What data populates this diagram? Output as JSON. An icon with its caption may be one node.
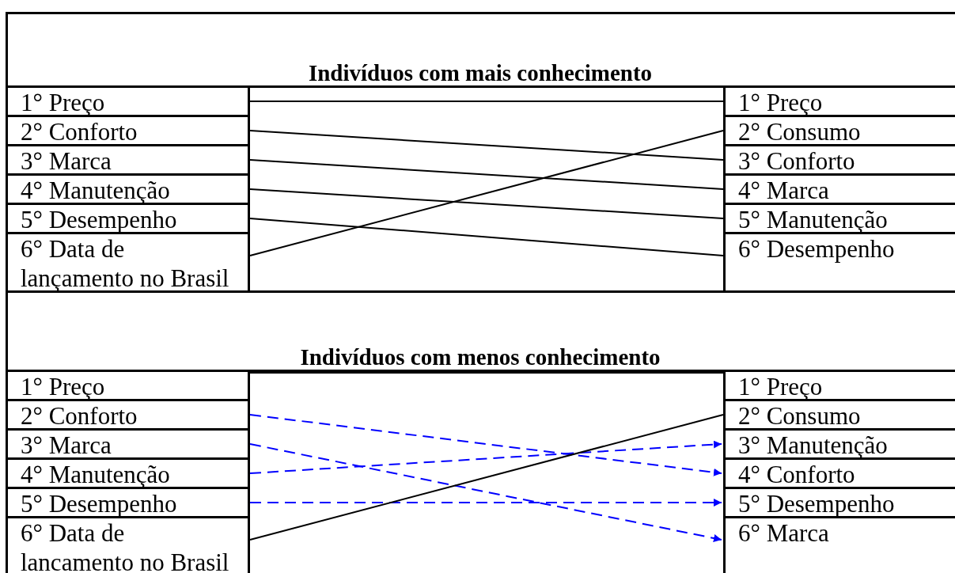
{
  "diagram": {
    "nodes": [
      {
        "text": [
          "1° Preço"
        ]
      },
      {
        "text": [
          "2° Conforto"
        ]
      },
      {
        "text": [
          "3° Marca"
        ]
      },
      {
        "text": [
          "4° Manutenção"
        ]
      },
      {
        "text": [
          "5° Desempenho"
        ]
      },
      {
        "text": [
          "6° Data de lançamento no Brasil"
        ]
      },
      {
        "text": [
          "1° Preço"
        ]
      },
      {
        "text": [
          "2° Consumo"
        ]
      },
      {
        "text": [
          "3° Conforto"
        ]
      },
      {
        "text": [
          "4° Marca"
        ]
      },
      {
        "text": [
          "5° Manutenção"
        ]
      },
      {
        "text": [
          "6° Desempenho"
        ]
      },
      {
        "text": [
          "1° Preço"
        ]
      },
      {
        "text": [
          "2° Conforto"
        ]
      },
      {
        "text": [
          "3° Marca"
        ]
      },
      {
        "text": [
          "4° Manutenção"
        ]
      },
      {
        "text": [
          "5° Desempenho"
        ]
      },
      {
        "text": [
          "6° Data de lancamento no Brasil"
        ]
      },
      {
        "text": [
          "1° Preço"
        ]
      },
      {
        "text": [
          "2° Consumo"
        ]
      },
      {
        "text": [
          "3° Manutenção"
        ]
      },
      {
        "text": [
          "4° Conforto"
        ]
      },
      {
        "text": [
          "5° Desempenho"
        ]
      },
      {
        "text": [
          "6° Marca"
        ]
      }
    ],
    "edges": [
      {
        "from": 0,
        "to": 6,
        "arrow": "none"
      },
      {
        "from": 1,
        "to": 8,
        "arrow": "none"
      },
      {
        "from": 2,
        "to": 9,
        "arrow": "none"
      },
      {
        "from": 3,
        "to": 10,
        "arrow": "none"
      },
      {
        "from": 4,
        "to": 11,
        "arrow": "none"
      },
      {
        "from": 5,
        "to": 7,
        "arrow": "none"
      },
      {
        "from": 12,
        "to": 18,
        "arrow": "none"
      },
      {
        "from": 13,
        "to": 21,
        "arrow": "to",
        "style": "dashed",
        "color": "#0000ff"
      },
      {
        "from": 14,
        "to": 23,
        "arrow": "to",
        "style": "dashed",
        "color": "#0000ff"
      },
      {
        "from": 15,
        "to": 20,
        "arrow": "to",
        "style": "dashed",
        "color": "#0000ff"
      },
      {
        "from": 16,
        "to": 22,
        "arrow": "to",
        "style": "dashed",
        "color": "#0000ff"
      },
      {
        "from": 17,
        "to": 19,
        "arrow": "none"
      }
    ],
    "labels": [
      "Indivíduos com mais conhecimento",
      "Indivíduos com menos conhecimento"
    ]
  }
}
